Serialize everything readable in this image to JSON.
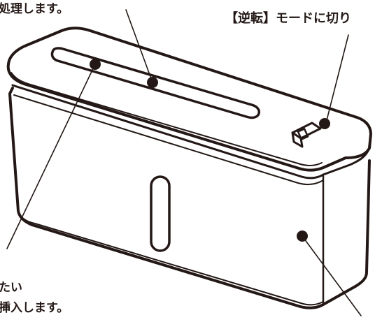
{
  "captions": {
    "top_left": "処理します。",
    "top_right": "【逆転】モードに切り",
    "bottom_left_line1": "たい",
    "bottom_left_line2": "挿入します。"
  },
  "colors": {
    "ink": "#231815",
    "paper": "#ffffff"
  }
}
